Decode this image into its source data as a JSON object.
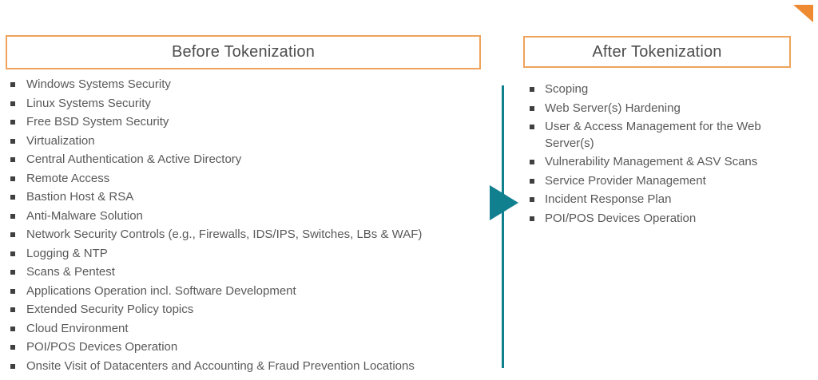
{
  "colors": {
    "orange_border": "#efa35c",
    "orange_triangle": "#ee8a31",
    "teal": "#10808f",
    "title_text": "#4d4d4d",
    "body_text": "#595959",
    "bullet": "#404040",
    "bg": "#ffffff"
  },
  "before": {
    "title": "Before Tokenization",
    "items": [
      "Windows Systems Security",
      "Linux Systems Security",
      "Free BSD System Security",
      "Virtualization",
      "Central Authentication & Active Directory",
      "Remote Access",
      "Bastion Host & RSA",
      "Anti-Malware Solution",
      "Network Security Controls (e.g., Firewalls, IDS/IPS, Switches, LBs & WAF)",
      "Logging & NTP",
      "Scans & Pentest",
      "Applications Operation incl. Software Development",
      "Extended Security Policy topics",
      "Cloud Environment",
      "POI/POS Devices Operation",
      "Onsite Visit of Datacenters and Accounting & Fraud Prevention Locations"
    ]
  },
  "after": {
    "title": "After Tokenization",
    "items": [
      "Scoping",
      "Web Server(s) Hardening",
      "User & Access Management for the Web Server(s)",
      "Vulnerability Management & ASV Scans",
      "Service Provider Management",
      "Incident Response Plan",
      "POI/POS Devices Operation"
    ]
  }
}
